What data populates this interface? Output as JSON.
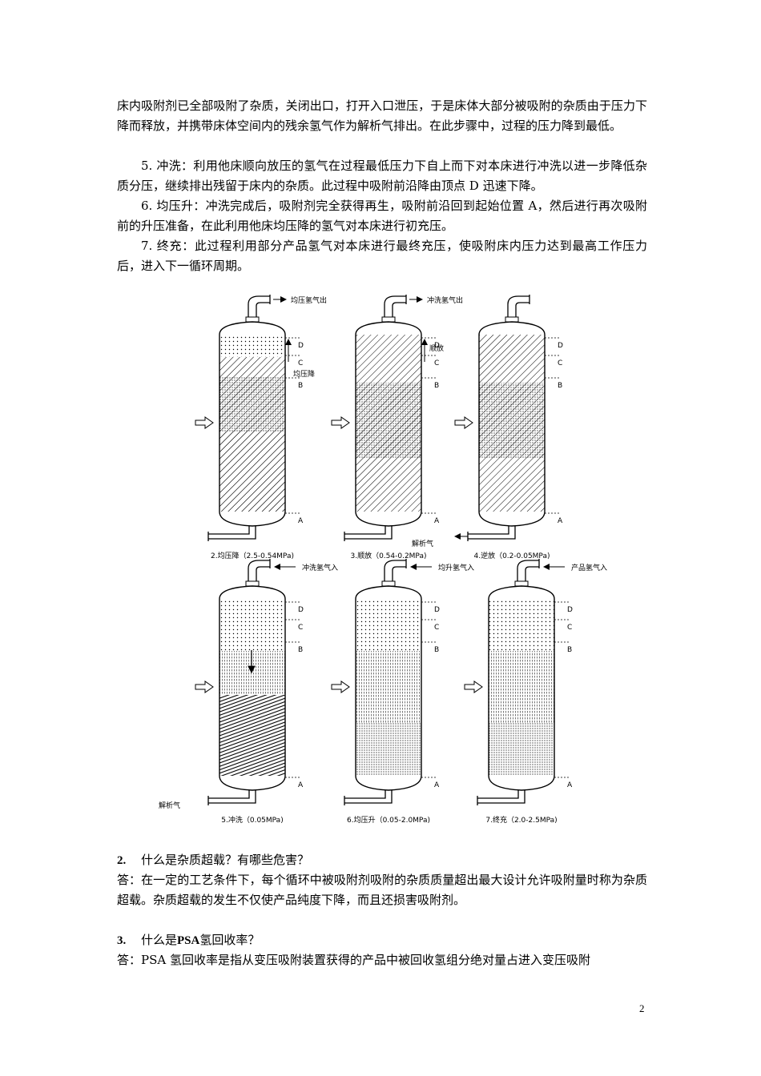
{
  "text": {
    "p1": "床内吸附剂已全部吸附了杂质，关闭出口，打开入口泄压，于是床体大部分被吸附的杂质由于压力下降而释放，并携带床体空间内的残余氢气作为解析气排出。在此步骤中，过程的压力降到最低。",
    "p5": "5. 冲洗：利用他床顺向放压的氢气在过程最低压力下自上而下对本床进行冲洗以进一步降低杂质分压，继续排出残留于床内的杂质。此过程中吸附前沿降由顶点 D 迅速下降。",
    "p6": "6. 均压升：冲洗完成后，吸附剂完全获得再生，吸附前沿回到起始位置 A，然后进行再次吸附前的升压准备，在此利用他床均压降的氢气对本床进行初充压。",
    "p7": "7. 终充：此过程利用部分产品氢气对本床进行最终充压，使吸附床内压力达到最高工作压力后，进入下一循环周期。",
    "q2_num": "2.",
    "q2_title": "什么是杂质超载？有哪些危害？",
    "q2_answer": "答：在一定的工艺条件下，每个循环中被吸附剂吸附的杂质质量超出最大设计允许吸附量时称为杂质超载。杂质超载的发生不仅使产品纯度下降，而且还损害吸附剂。",
    "q3_num": "3.",
    "q3_title_pre": "什么是",
    "q3_title_bold": "PSA",
    "q3_title_post": "氢回收率？",
    "q3_answer": "答：PSA 氢回收率是指从变压吸附装置获得的产品中被回收氢组分绝对量占进入变压吸附",
    "page_number": "2"
  },
  "figure": {
    "vessels": [
      {
        "caption": "2.均压降（2.5-0.54MPa)",
        "top_label": "均压氢气出",
        "top_dir": "out",
        "note": "均压降",
        "bottom_label": ""
      },
      {
        "caption": "3.顺放（0.54-0.2MPa)",
        "top_label": "冲洗氢气出",
        "top_dir": "out",
        "note": "顺放",
        "bottom_label": ""
      },
      {
        "caption": "4.逆放（0.2-0.05MPa)",
        "top_label": "",
        "top_dir": "none",
        "note": "",
        "bottom_label": "解析气"
      },
      {
        "caption": "5.冲洗（0.05MPa)",
        "top_label": "冲洗氢气入",
        "top_dir": "in",
        "note": "",
        "bottom_label": "解析气"
      },
      {
        "caption": "6.均压升（0.05-2.0MPa)",
        "top_label": "均升氢气入",
        "top_dir": "in",
        "note": "",
        "bottom_label": ""
      },
      {
        "caption": "7.终充（2.0-2.5MPa)",
        "top_label": "产品氢气入",
        "top_dir": "in",
        "note": "",
        "bottom_label": ""
      }
    ],
    "level_labels": [
      "D",
      "C",
      "B",
      "A"
    ]
  }
}
